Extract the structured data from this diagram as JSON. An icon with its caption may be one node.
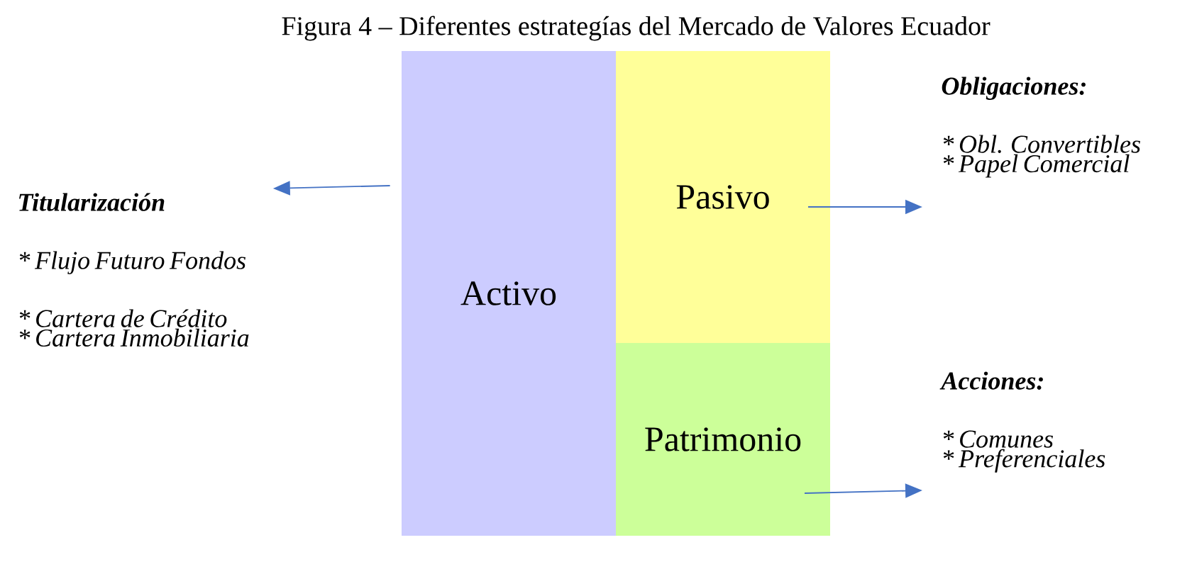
{
  "diagram": {
    "title": "Figura 4 – Diferentes estrategías del Mercado de Valores Ecuador",
    "nodes": [
      {
        "text": [
          "Activo"
        ]
      },
      {
        "text": [
          "Pasivo"
        ]
      },
      {
        "text": [
          "Patrimonio"
        ]
      },
      {
        "text": [
          "Titularización",
          "* Flujo Futuro Fondos",
          "* Cartera de Crédito",
          "* Cartera Inmobiliaria"
        ]
      },
      {
        "text": [
          "Obligaciones:",
          "* Obl. Convertibles",
          "* Papel Comercial"
        ]
      },
      {
        "text": [
          "Acciones:",
          "* Comunes",
          "* Preferenciales"
        ]
      }
    ],
    "edges": [
      {
        "from": 0,
        "to": 3,
        "arrow": "to"
      },
      {
        "from": 1,
        "to": 4,
        "arrow": "to"
      },
      {
        "from": 2,
        "to": 5,
        "arrow": "to"
      }
    ]
  }
}
